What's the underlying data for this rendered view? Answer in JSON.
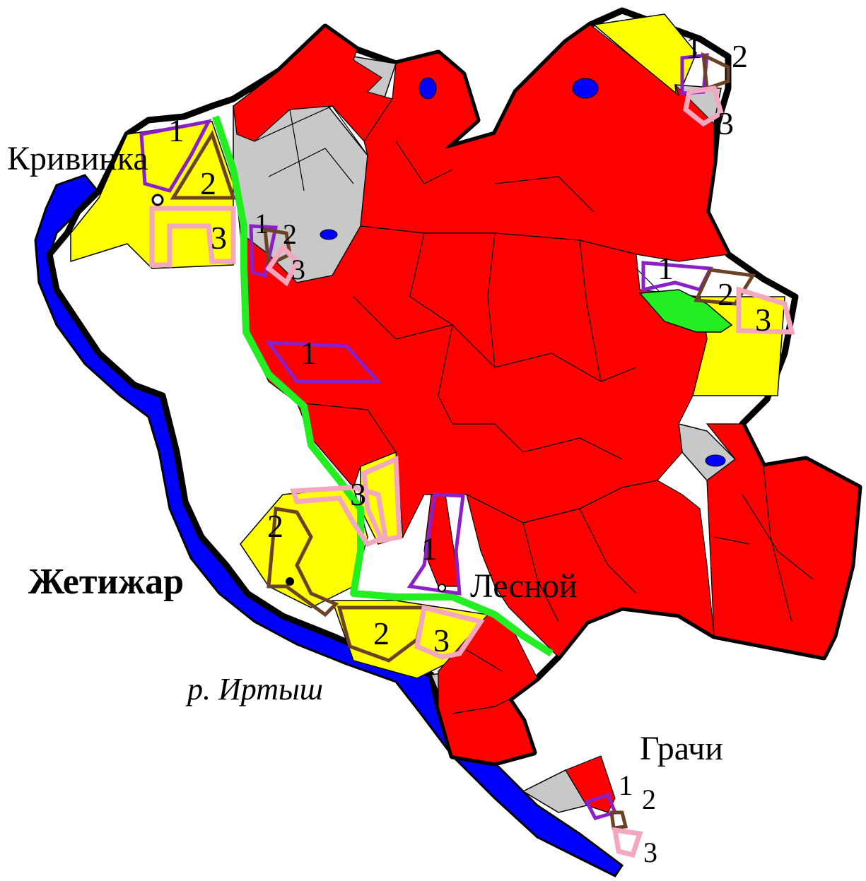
{
  "colors": {
    "farmland": "#ff0000",
    "yellow_zone": "#ffff00",
    "gray_zone": "#c8c8c8",
    "water": "#0000ff",
    "green_corridor": "#22ee22",
    "zone1_outline": "#8b1fc8",
    "zone2_outline": "#6b4226",
    "zone3_outline": "#f4a8c0",
    "boundary": "#000000"
  },
  "places": {
    "krivinka": "Кривинка",
    "zhetizhar": "Жетижар",
    "lesnoy": "Лесной",
    "grachi": "Грачи",
    "river": "р. Иртыш"
  },
  "zones": {
    "z1": "1",
    "z2": "2",
    "z3": "3"
  }
}
